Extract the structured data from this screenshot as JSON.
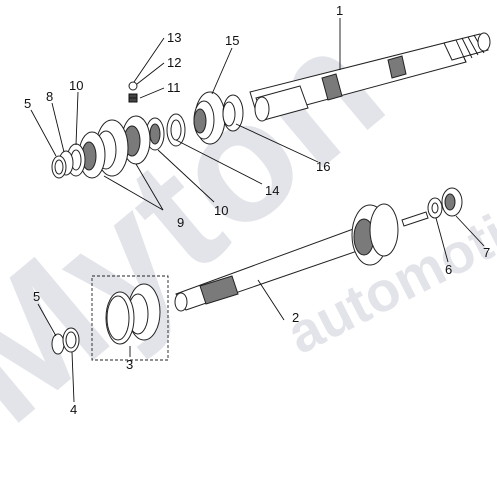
{
  "diagram": {
    "watermark": {
      "brand": "Myton",
      "sub": "automotive"
    },
    "callouts": [
      {
        "id": "c1",
        "label": "1",
        "part": "mainshaft"
      },
      {
        "id": "c2",
        "label": "2",
        "part": "input-shaft"
      },
      {
        "id": "c3",
        "label": "3",
        "part": "synchro-assembly-detail"
      },
      {
        "id": "c4",
        "label": "4",
        "part": "snap-ring-lower"
      },
      {
        "id": "c5a",
        "label": "5",
        "part": "snap-ring-upper"
      },
      {
        "id": "c5b",
        "label": "5",
        "part": "snap-ring-lower-left"
      },
      {
        "id": "c6",
        "label": "6",
        "part": "bearing-washer"
      },
      {
        "id": "c7",
        "label": "7",
        "part": "needle-bearing"
      },
      {
        "id": "c8",
        "label": "8",
        "part": "thrust-ring"
      },
      {
        "id": "c9",
        "label": "9",
        "part": "synchronizer-rings"
      },
      {
        "id": "c10a",
        "label": "10",
        "part": "spacer-left"
      },
      {
        "id": "c10b",
        "label": "10",
        "part": "spacer-middle"
      },
      {
        "id": "c11",
        "label": "11",
        "part": "spring"
      },
      {
        "id": "c12",
        "label": "12",
        "part": "detent-ball"
      },
      {
        "id": "c13",
        "label": "13",
        "part": "lock-pin"
      },
      {
        "id": "c14",
        "label": "14",
        "part": "thrust-washer"
      },
      {
        "id": "c15",
        "label": "15",
        "part": "gear"
      },
      {
        "id": "c16",
        "label": "16",
        "part": "needle-cage"
      }
    ]
  }
}
